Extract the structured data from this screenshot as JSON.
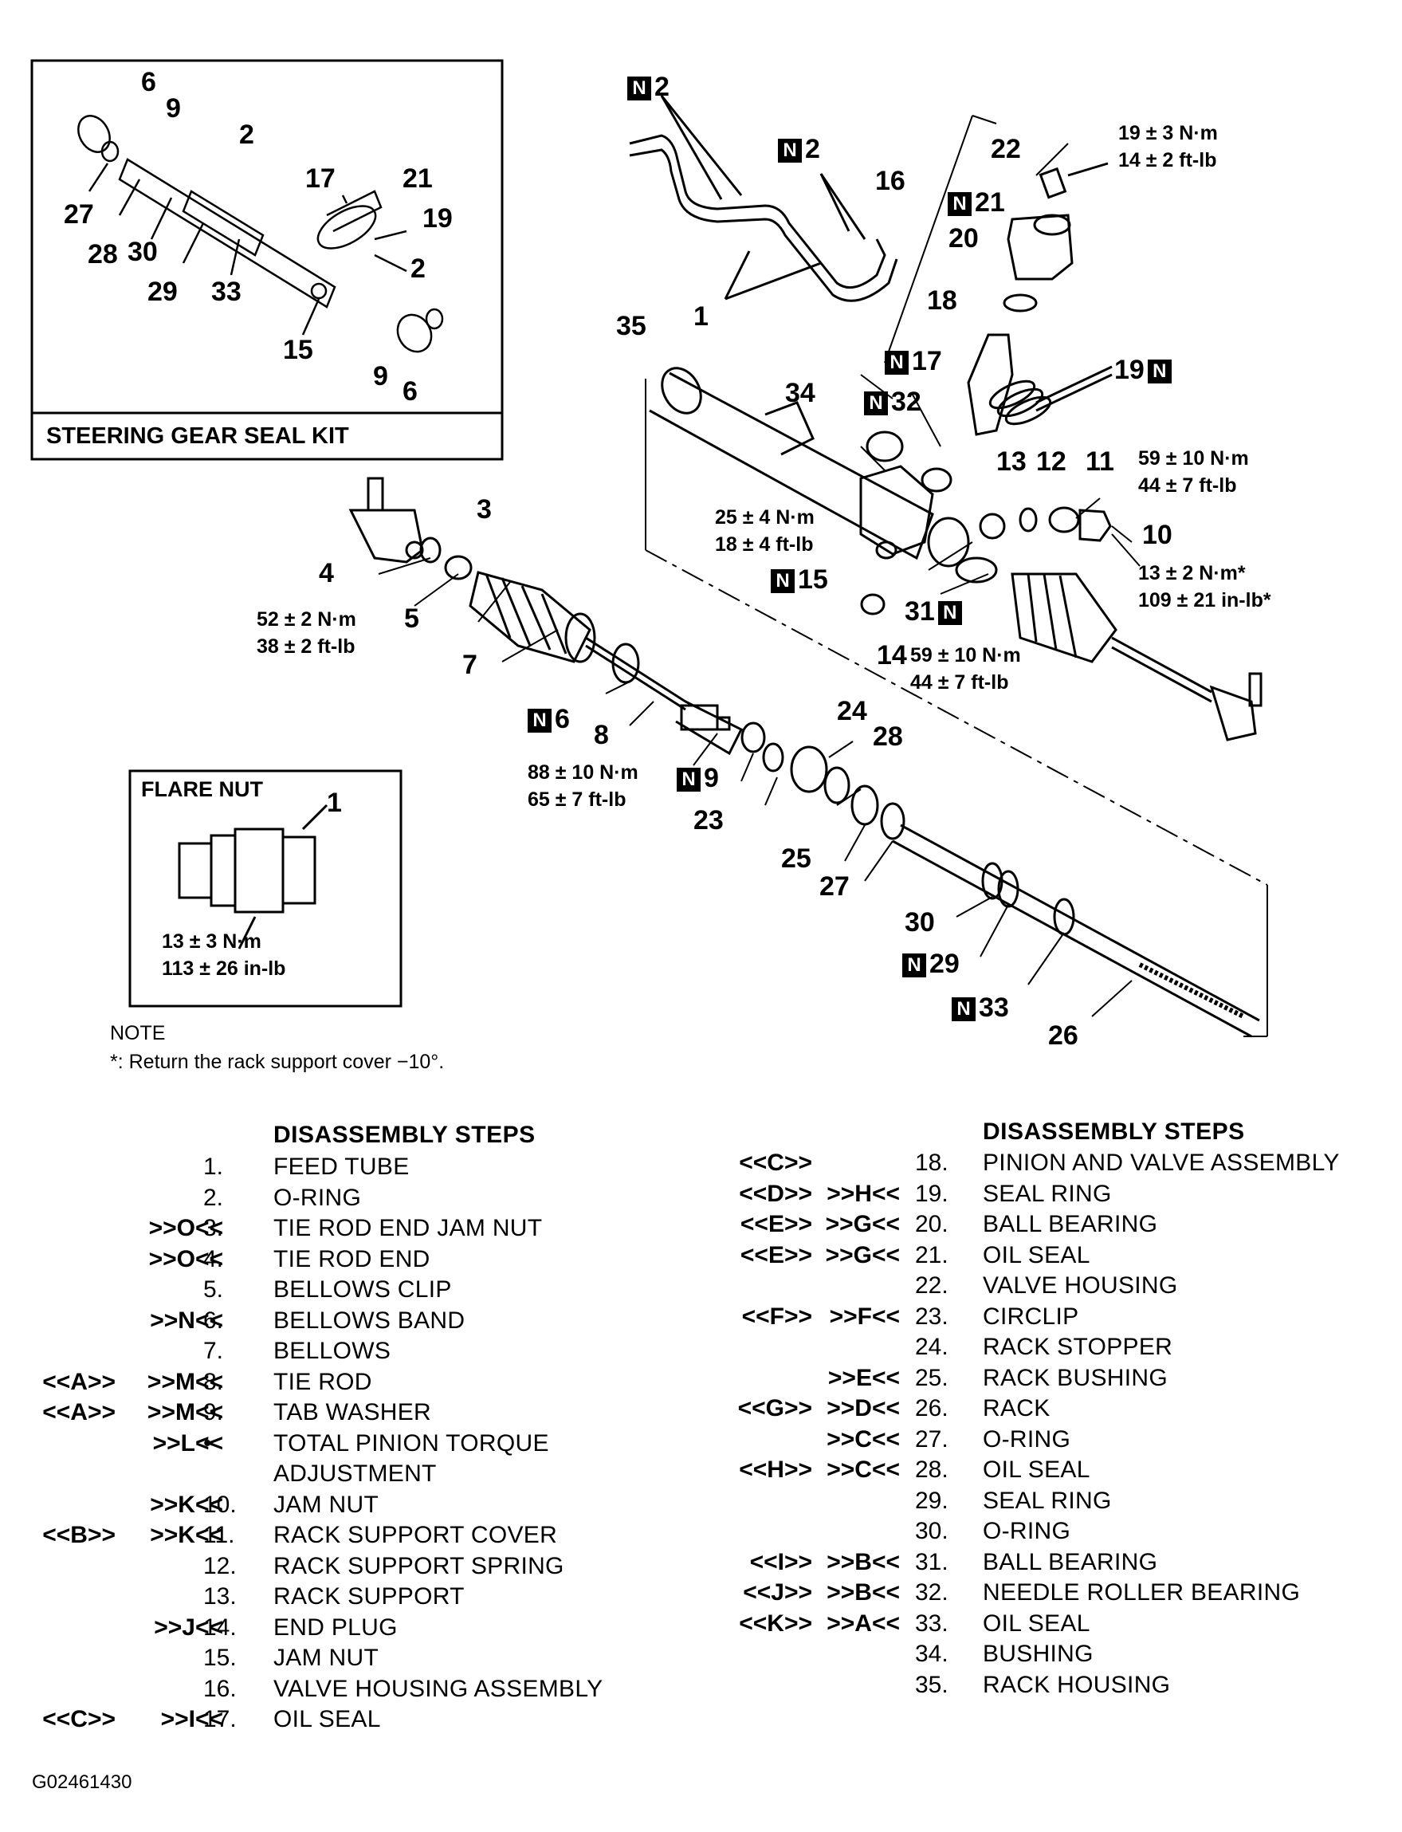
{
  "inset_seal_kit": {
    "caption": "STEERING GEAR SEAL KIT",
    "labels": [
      "6",
      "9",
      "2",
      "17",
      "21",
      "19",
      "27",
      "28",
      "30",
      "29",
      "33",
      "2",
      "15",
      "9",
      "6"
    ]
  },
  "inset_flare_nut": {
    "caption": "FLARE NUT",
    "part": "1",
    "torque": [
      "13 ± 3 N·m",
      "113 ± 26 in-lb"
    ]
  },
  "callouts": {
    "n2a": "2",
    "n2b": "2",
    "c16": "16",
    "c22": "22",
    "n21": "21",
    "c20": "20",
    "c1": "1",
    "c35": "35",
    "c18": "18",
    "n17": "17",
    "n19": "19",
    "c34": "34",
    "n32": "32",
    "c13": "13",
    "c12": "12",
    "c11": "11",
    "c10": "10",
    "c3": "3",
    "c4": "4",
    "c5": "5",
    "c7": "7",
    "n15": "15",
    "n31": "31",
    "c14": "14",
    "n6": "6",
    "c8": "8",
    "c24": "24",
    "c28": "28",
    "n9": "9",
    "c23": "23",
    "c25": "25",
    "c27": "27",
    "c30": "30",
    "n29": "29",
    "n33": "33",
    "c26": "26"
  },
  "torques": {
    "t22": [
      "19 ± 3 N·m",
      "14 ± 2 ft-lb"
    ],
    "t11": [
      "59 ± 10 N·m",
      "44 ± 7 ft-lb"
    ],
    "t15": [
      "25 ± 4 N·m",
      "18 ± 4 ft-lb"
    ],
    "t10": [
      "13 ± 2 N·m*",
      "109 ± 21 in-lb*"
    ],
    "t4": [
      "52 ± 2 N·m",
      "38 ± 2 ft-lb"
    ],
    "t14": [
      "59 ± 10 N·m",
      "44 ± 7 ft-lb"
    ],
    "t8": [
      "88 ± 10 N·m",
      "65 ± 7 ft-lb"
    ]
  },
  "note": {
    "title": "NOTE",
    "text": "*: Return the rack support cover −10°."
  },
  "steps_left": {
    "heading": "DISASSEMBLY STEPS",
    "rows": [
      {
        "a": "",
        "b": "",
        "n": "1.",
        "t": "FEED TUBE"
      },
      {
        "a": "",
        "b": "",
        "n": "2.",
        "t": "O-RING"
      },
      {
        "a": "",
        "b": ">>O<<",
        "n": "3.",
        "t": "TIE ROD END JAM NUT"
      },
      {
        "a": "",
        "b": ">>O<<",
        "n": "4.",
        "t": "TIE ROD END"
      },
      {
        "a": "",
        "b": "",
        "n": "5.",
        "t": "BELLOWS CLIP"
      },
      {
        "a": "",
        "b": ">>N<<",
        "n": "6.",
        "t": "BELLOWS BAND"
      },
      {
        "a": "",
        "b": "",
        "n": "7.",
        "t": "BELLOWS"
      },
      {
        "a": "<<A>>",
        "b": ">>M<<",
        "n": "8.",
        "t": "TIE ROD"
      },
      {
        "a": "<<A>>",
        "b": ">>M<<",
        "n": "9.",
        "t": "TAB WASHER"
      },
      {
        "a": "",
        "b": ">>L<<",
        "n": "•",
        "t": "TOTAL PINION TORQUE"
      },
      {
        "a": "",
        "b": "",
        "n": "",
        "t": "ADJUSTMENT"
      },
      {
        "a": "",
        "b": ">>K<<",
        "n": "10.",
        "t": "JAM NUT"
      },
      {
        "a": "<<B>>",
        "b": ">>K<<",
        "n": "11.",
        "t": "RACK SUPPORT COVER"
      },
      {
        "a": "",
        "b": "",
        "n": "12.",
        "t": "RACK SUPPORT SPRING"
      },
      {
        "a": "",
        "b": "",
        "n": "13.",
        "t": "RACK SUPPORT"
      },
      {
        "a": "",
        "b": ">>J<<",
        "n": "14.",
        "t": "END PLUG"
      },
      {
        "a": "",
        "b": "",
        "n": "15.",
        "t": "JAM NUT"
      },
      {
        "a": "",
        "b": "",
        "n": "16.",
        "t": "VALVE HOUSING ASSEMBLY"
      },
      {
        "a": "<<C>>",
        "b": ">>I<<",
        "n": "17.",
        "t": "OIL SEAL"
      }
    ]
  },
  "steps_right": {
    "heading": "DISASSEMBLY STEPS",
    "rows": [
      {
        "a": "<<C>>",
        "b": "",
        "n": "18.",
        "t": "PINION AND VALVE ASSEMBLY"
      },
      {
        "a": "<<D>>",
        "b": ">>H<<",
        "n": "19.",
        "t": "SEAL RING"
      },
      {
        "a": "<<E>>",
        "b": ">>G<<",
        "n": "20.",
        "t": "BALL BEARING"
      },
      {
        "a": "<<E>>",
        "b": ">>G<<",
        "n": "21.",
        "t": "OIL SEAL"
      },
      {
        "a": "",
        "b": "",
        "n": "22.",
        "t": "VALVE HOUSING"
      },
      {
        "a": "<<F>>",
        "b": ">>F<<",
        "n": "23.",
        "t": "CIRCLIP"
      },
      {
        "a": "",
        "b": "",
        "n": "24.",
        "t": "RACK STOPPER"
      },
      {
        "a": "",
        "b": ">>E<<",
        "n": "25.",
        "t": "RACK BUSHING"
      },
      {
        "a": "<<G>>",
        "b": ">>D<<",
        "n": "26.",
        "t": "RACK"
      },
      {
        "a": "",
        "b": ">>C<<",
        "n": "27.",
        "t": "O-RING"
      },
      {
        "a": "<<H>>",
        "b": ">>C<<",
        "n": "28.",
        "t": "OIL SEAL"
      },
      {
        "a": "",
        "b": "",
        "n": "29.",
        "t": "SEAL RING"
      },
      {
        "a": "",
        "b": "",
        "n": "30.",
        "t": "O-RING"
      },
      {
        "a": "<<I>>",
        "b": ">>B<<",
        "n": "31.",
        "t": "BALL BEARING"
      },
      {
        "a": "<<J>>",
        "b": ">>B<<",
        "n": "32.",
        "t": "NEEDLE ROLLER BEARING"
      },
      {
        "a": "<<K>>",
        "b": ">>A<<",
        "n": "33.",
        "t": "OIL SEAL"
      },
      {
        "a": "",
        "b": "",
        "n": "34.",
        "t": "BUSHING"
      },
      {
        "a": "",
        "b": "",
        "n": "35.",
        "t": "RACK HOUSING"
      }
    ]
  },
  "n_badge": "N",
  "figure_code": "G02461430"
}
